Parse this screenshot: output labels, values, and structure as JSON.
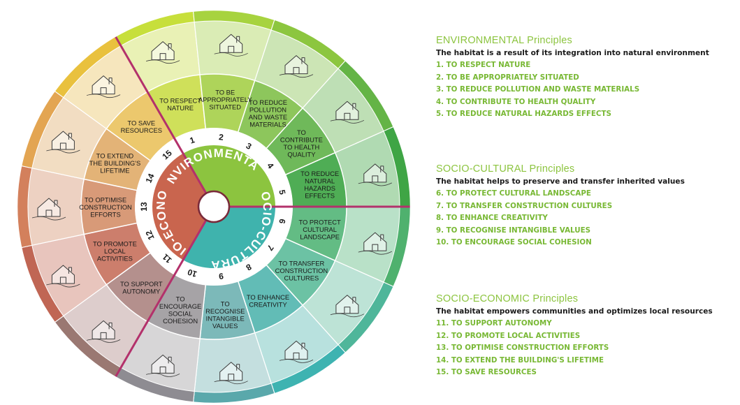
{
  "groups": [
    {
      "id": "env",
      "label": "ENVIRONMENTAL",
      "color": "#8cc43f"
    },
    {
      "id": "soc",
      "label": "SOCIO-CULTURAL",
      "color": "#3fb3ad"
    },
    {
      "id": "eco",
      "label": "SOCIO-ECONOMIC",
      "color": "#c9654e"
    }
  ],
  "principles": [
    {
      "n": "1",
      "label": "TO RESPECT NATURE",
      "color": "#cfe05a",
      "outer": "#c7df3b"
    },
    {
      "n": "2",
      "label": "TO BE APPROPRIATELY SITUATED",
      "color": "#aed45a",
      "outer": "#a7d33f"
    },
    {
      "n": "3",
      "label": "TO REDUCE POLLUTION AND WASTE MATERIALS",
      "color": "#8dc65c",
      "outer": "#8cc63f"
    },
    {
      "n": "4",
      "label": "TO CONTRIBUTE TO HEALTH QUALITY",
      "color": "#6fb95a",
      "outer": "#64b446"
    },
    {
      "n": "5",
      "label": "TO REDUCE NATURAL HAZARDS EFFECTS",
      "color": "#4fad55",
      "outer": "#3fa545"
    },
    {
      "n": "6",
      "label": "TO PROTECT CULTURAL LANDSCAPE",
      "color": "#63bc84",
      "outer": "#4fb16e"
    },
    {
      "n": "7",
      "label": "TO TRANSFER CONSTRUCTION CULTURES",
      "color": "#6cc2a4",
      "outer": "#4fb69a"
    },
    {
      "n": "8",
      "label": "TO ENHANCE CREATIVITY",
      "color": "#62bcb6",
      "outer": "#3eb3b1"
    },
    {
      "n": "9",
      "label": "TO RECOGNISE INTANGIBLE VALUES",
      "color": "#7cb9b9",
      "outer": "#5aa8ab"
    },
    {
      "n": "10",
      "label": "TO ENCOURAGE SOCIAL COHESION",
      "color": "#a6a3a6",
      "outer": "#8e8c92"
    },
    {
      "n": "11",
      "label": "TO SUPPORT AUTONOMY",
      "color": "#b4908d",
      "outer": "#9a7872"
    },
    {
      "n": "12",
      "label": "TO PROMOTE LOCAL ACTIVITIES",
      "color": "#cc7e6c",
      "outer": "#c06654"
    },
    {
      "n": "13",
      "label": "TO OPTIMISE CONSTRUCTION EFFORTS",
      "color": "#d89a78",
      "outer": "#d3805c"
    },
    {
      "n": "14",
      "label": "TO EXTEND THE BUILDING'S LIFETIME",
      "color": "#e3b377",
      "outer": "#e3a552"
    },
    {
      "n": "15",
      "label": "TO SAVE RESOURCES",
      "color": "#ecc86d",
      "outer": "#e9c13e"
    }
  ],
  "wheel_labels": [
    [
      "TO RESPECT",
      "NATURE"
    ],
    [
      "TO BE",
      "APPROPRIATELY",
      "SITUATED"
    ],
    [
      "TO REDUCE",
      "POLLUTION",
      "AND WASTE",
      "MATERIALS"
    ],
    [
      "TO",
      "CONTRIBUTE",
      "TO HEALTH",
      "QUALITY"
    ],
    [
      "TO REDUCE",
      "NATURAL",
      "HAZARDS",
      "EFFECTS"
    ],
    [
      "TO PROTECT",
      "CULTURAL",
      "LANDSCAPE"
    ],
    [
      "TO TRANSFER",
      "CONSTRUCTION",
      "CULTURES"
    ],
    [
      "TO ENHANCE",
      "CREATIVITY"
    ],
    [
      "TO",
      "RECOGNISE",
      "INTANGIBLE",
      "VALUES"
    ],
    [
      "TO",
      "ENCOURAGE",
      "SOCIAL",
      "COHESION"
    ],
    [
      "TO SUPPORT",
      "AUTONOMY"
    ],
    [
      "TO PROMOTE",
      "LOCAL",
      "ACTIVITIES"
    ],
    [
      "TO OPTIMISE",
      "CONSTRUCTION",
      "EFFORTS"
    ],
    [
      "TO EXTEND",
      "THE BUILDING'S",
      "LIFETIME"
    ],
    [
      "TO SAVE",
      "RESOURCES"
    ]
  ],
  "legend": {
    "env": {
      "title_caps": "ENVIRONMENTAL",
      "title_rest": " Principles",
      "subtitle": "The habitat is a result of its integration into natural environment",
      "items": [
        "1. TO RESPECT NATURE",
        "2. TO BE APPROPRIATELY SITUATED",
        "3. TO REDUCE POLLUTION AND WASTE MATERIALS",
        "4. TO CONTRIBUTE TO HEALTH QUALITY",
        "5. TO REDUCE NATURAL HAZARDS EFFECTS"
      ]
    },
    "soc": {
      "title_caps": "SOCIO-CULTURAL",
      "title_rest": " Principles",
      "subtitle": "The habitat helps to preserve and transfer inherited values",
      "items": [
        "6. TO PROTECT CULTURAL LANDSCAPE",
        "7. TO TRANSFER CONSTRUCTION CULTURES",
        "8. TO ENHANCE CREATIVITY",
        "9. TO RECOGNISE INTANGIBLE VALUES",
        "10. TO ENCOURAGE  SOCIAL COHESION"
      ]
    },
    "eco": {
      "title_caps": "SOCIO-ECONOMIC",
      "title_rest": " Principles",
      "subtitle": "The habitat empowers communities and optimizes local resources",
      "items": [
        "11. TO SUPPORT AUTONOMY",
        "12. TO PROMOTE LOCAL ACTIVITIES",
        "13. TO OPTIMISE CONSTRUCTION EFFORTS",
        "14. TO EXTEND THE BUILDING'S LIFETIME",
        "15. TO SAVE RESOURCES"
      ]
    }
  },
  "colors": {
    "divider": "#b3316b",
    "legend_title": "#8cc43f",
    "legend_item": "#78b834",
    "ring_number_bg": "#ffffff"
  }
}
